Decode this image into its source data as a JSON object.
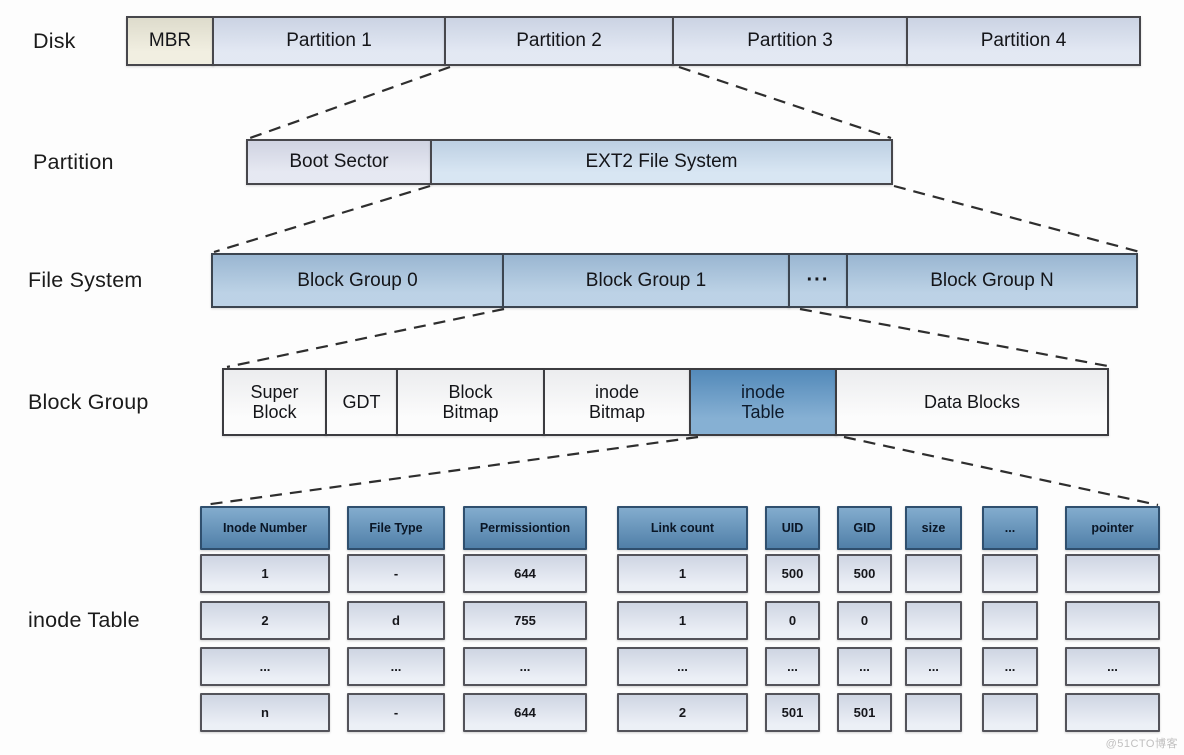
{
  "watermark": "@51CTO博客",
  "colors": {
    "partition-blue-top": "#d8e0ef",
    "mbr-cream": "#ece9d6",
    "boot-gray": "#dde0ed",
    "ext2-blue": "#c9dcee",
    "group-blue": "#a3c1dc",
    "white-cell": "#fbfbfb",
    "highlight-blue": "#5791c2",
    "header-blue": "#6095c0",
    "cell-light": "#dde3ef",
    "line-dark": "#2e2e2e"
  },
  "rows": {
    "disk": {
      "label": "Disk",
      "segments": [
        {
          "text": "MBR",
          "variant": "mbr"
        },
        {
          "text": "Partition 1"
        },
        {
          "text": "Partition 2"
        },
        {
          "text": "Partition 3"
        },
        {
          "text": "Partition 4"
        }
      ]
    },
    "partition": {
      "label": "Partition",
      "segments": [
        {
          "text": "Boot Sector",
          "variant": "boot"
        },
        {
          "text": "EXT2 File System",
          "variant": "ext2"
        }
      ]
    },
    "filesystem": {
      "label": "File System",
      "segments": [
        {
          "text": "Block Group 0"
        },
        {
          "text": "Block Group 1"
        },
        {
          "text": "···",
          "variant": "dots"
        },
        {
          "text": "Block Group N"
        }
      ]
    },
    "blockgroup": {
      "label": "Block Group",
      "segments": [
        {
          "text": "Super\nBlock"
        },
        {
          "text": "GDT"
        },
        {
          "text": "Block\nBitmap"
        },
        {
          "text": "inode\nBitmap"
        },
        {
          "text": "inode\nTable",
          "variant": "highlight"
        },
        {
          "text": "Data Blocks"
        }
      ]
    },
    "inode_table": {
      "label": "inode Table",
      "headers": [
        "Inode Number",
        "File Type",
        "Permissiontion",
        "Link count",
        "UID",
        "GID",
        "size",
        "...",
        "pointer"
      ],
      "data_rows": [
        [
          "1",
          "-",
          "644",
          "1",
          "500",
          "500",
          "",
          "",
          ""
        ],
        [
          "2",
          "d",
          "755",
          "1",
          "0",
          "0",
          "",
          "",
          ""
        ],
        [
          "...",
          "...",
          "...",
          "...",
          "...",
          "...",
          "...",
          "...",
          "..."
        ],
        [
          "n",
          "-",
          "644",
          "2",
          "501",
          "501",
          "",
          "",
          ""
        ]
      ]
    }
  }
}
